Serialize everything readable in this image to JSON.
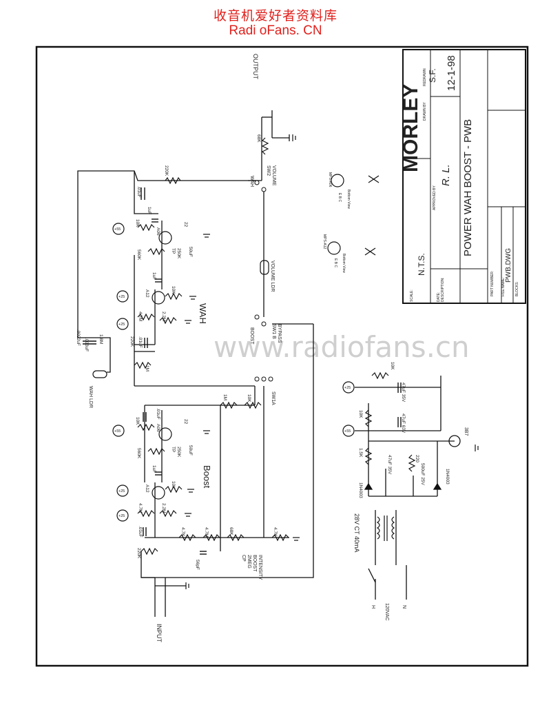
{
  "header": {
    "site_cn": "收音机爱好者资料库",
    "site_en": "Radi oFans. CN"
  },
  "watermark": "www.radiofans.cn",
  "title_block": {
    "scale_label": "SCALE:",
    "scale_value": "N.T.S.",
    "date_label": "DATE:",
    "date_value": "12-1-98",
    "drawn_label": "DRAWN BY",
    "drawn_value": "S.F.",
    "redrawn_label": "REDRAWN",
    "approved_label": "APPROVED BY",
    "approved_value": "R. L.",
    "description_label": "DESCRIPTION:",
    "description_value": "POWER WAH BOOST - PWB",
    "part_label": "PART NUMBER:",
    "file_label": "FILE NAME:",
    "file_value": "PWB.DWG",
    "blocks_label": "BLOCKS:",
    "logo": "MORLEY"
  },
  "labels": {
    "output": "OUTPUT",
    "input": "INPUT",
    "wah": "WAH",
    "boost": "Boost",
    "wah_ldr": "WAH LDR",
    "volume_ldr": "VOLUME LDR",
    "sw2": "SW2",
    "volume": "VOLUME",
    "wah_sw": "WAH",
    "boost_sw": "BOOST",
    "sw1b": "SW1 B",
    "bypass": "BYPASS",
    "sw1a": "SW1A",
    "cp_label": "CP",
    "cp_2meg": "2MEG",
    "cp_boost": "BOOST",
    "cp_intensity": "INTENSITY",
    "mps_a06": "MPS-A06",
    "mps_a12": "MPS-A12",
    "bottom_view": "Bottom View",
    "ebc": "E B C",
    "transformer": "28V CT 40mA",
    "ac120": "120VAC",
    "h": "H",
    "n": "N",
    "led": "3B7"
  },
  "components": {
    "r220k_top": "220K",
    "c01_top": ".01uF",
    "c1u_a": "1uF",
    "r10k_a": "10K",
    "a06_a": "A06",
    "r22_a": "22",
    "r560k_a": "560K",
    "tp_a": "TP",
    "r250k_a": "250K",
    "c50u_a": "50uF",
    "r68k_out": "68K",
    "c1u_b": "1uF",
    "a12_a": "A12",
    "r10k_b": "10K",
    "r47m_a": "4.7M",
    "r22m_a": "2.2M",
    "c0022": ".0022uF",
    "c003": ".003uF",
    "r18m": "1.8M",
    "r220k_b": "220K",
    "c01_b": ".01uF",
    "r1m_a": "1M",
    "r1m_b": "1M",
    "r10k_sw": "10K",
    "c01_c": ".01uF",
    "r10k_c": "10K",
    "a06_b": "A06",
    "r22_b": "22",
    "r560k_b": "560K",
    "tp_b": "TP",
    "r250k_b": "250K",
    "c50u_b": "50uF",
    "c1u_c": "1uF",
    "a12_b": "A12",
    "r10k_d": "10K",
    "r47m_b": "4.7M",
    "r22m_b": "2.2M",
    "c01_d": ".01uF",
    "r47k_a": "4.7K",
    "r47m_c": "4.7M",
    "r68k_b": "68K",
    "r47k_b": "4.7K",
    "r220k_c": "220K",
    "c56p": "56pF",
    "c47u_35": "47uF 35V",
    "r10k_ps": "10K",
    "c47u_63": "47uF 63V",
    "r10k_ps2": "10K",
    "r15k": "1.5K",
    "c47u_35b": "47uF 35V",
    "r220_ps": "220",
    "c500u": "500uF 25V",
    "d1": "1N4003",
    "d2": "1N4003"
  },
  "rails": {
    "p55_a": "+55",
    "p25_a": "+25",
    "p25_b": "+25",
    "p55_b": "+55",
    "p25_c": "+25",
    "p25_d": "+25",
    "ps_p25": "+25",
    "ps_p55": "+55"
  }
}
